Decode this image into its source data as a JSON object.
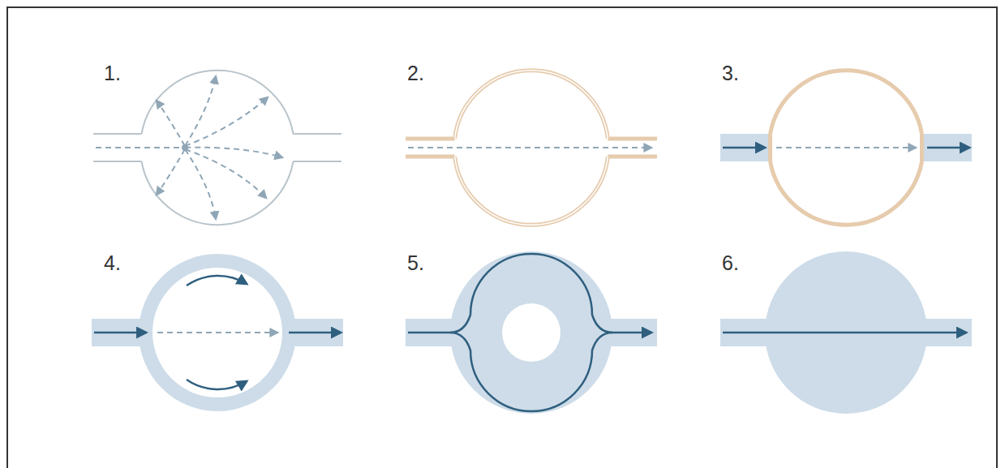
{
  "diagram": {
    "labels": [
      "1.",
      "2.",
      "3.",
      "4.",
      "5.",
      "6."
    ]
  }
}
